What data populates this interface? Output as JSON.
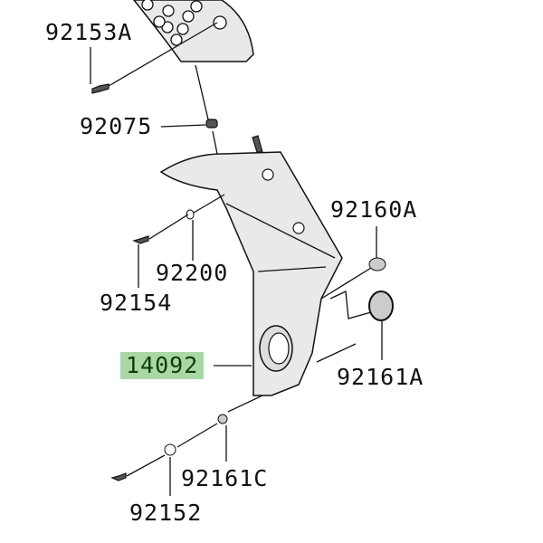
{
  "parts": [
    {
      "id": "92153A",
      "label": "92153A"
    },
    {
      "id": "92075",
      "label": "92075"
    },
    {
      "id": "92160A",
      "label": "92160A"
    },
    {
      "id": "92200",
      "label": "92200"
    },
    {
      "id": "92154",
      "label": "92154"
    },
    {
      "id": "14092",
      "label": "14092",
      "highlighted": true
    },
    {
      "id": "92161A",
      "label": "92161A"
    },
    {
      "id": "92161C",
      "label": "92161C"
    },
    {
      "id": "92152",
      "label": "92152"
    }
  ],
  "colors": {
    "highlight": "#a9d8a6"
  }
}
